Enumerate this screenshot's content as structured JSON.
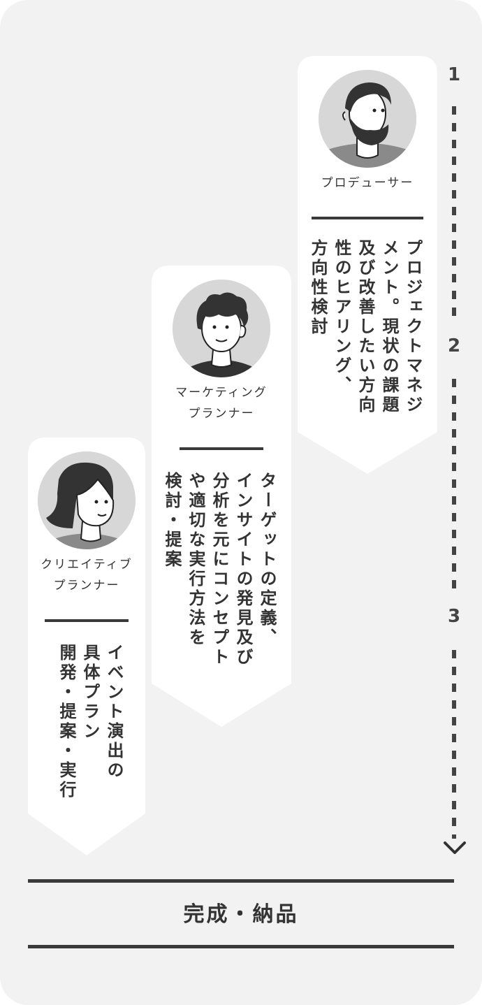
{
  "steps": [
    {
      "number": "1",
      "role_lines": [
        "プロデューサー"
      ],
      "description_lines": [
        "プロジェクトマネジ",
        "メント。現状の課題",
        "及び改善したい方向",
        "性のヒアリング、",
        "方向性検討"
      ]
    },
    {
      "number": "2",
      "role_lines": [
        "マーケティング",
        "プランナー"
      ],
      "description_lines": [
        "ターゲットの定義、",
        "インサイトの発見及び",
        "分析を元にコンセプト",
        "や適切な実行方法を",
        "検討・提案"
      ]
    },
    {
      "number": "3",
      "role_lines": [
        "クリエイティブ",
        "プランナー"
      ],
      "description_lines": [
        "イベント演出の",
        "具体プラン",
        "開発・提案・実行"
      ]
    }
  ],
  "final_label": "完成・納品",
  "icons": {
    "producer": "bearded-man-avatar-icon",
    "marketing": "curly-hair-man-avatar-icon",
    "creative": "long-hair-woman-avatar-icon",
    "arrow": "chevron-down-icon"
  },
  "colors": {
    "background": "#f2f2f2",
    "card": "#ffffff",
    "text": "#333333",
    "accent": "#3a3a3a"
  }
}
